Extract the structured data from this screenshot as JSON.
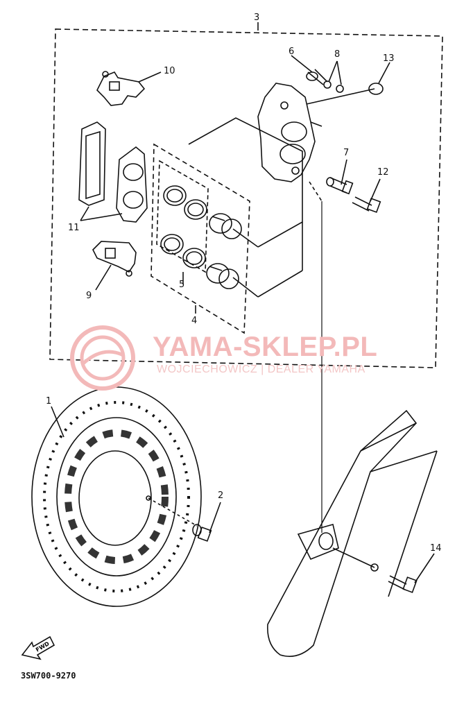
{
  "diagram": {
    "callouts": {
      "c1": "1",
      "c2": "2",
      "c3": "3",
      "c4": "4",
      "c5": "5",
      "c6": "6",
      "c7": "7",
      "c8": "8",
      "c9": "9",
      "c10": "10",
      "c11": "11",
      "c12": "12",
      "c13": "13",
      "c14": "14"
    },
    "fwd_arrow_label": "FWD",
    "drawing_code": "3SW700-9270"
  },
  "watermark": {
    "title": "YAMA-SKLEP.PL",
    "subtitle": "WOJCIECHOWICZ | DEALER YAMAHA",
    "color": "#f3b9b9"
  },
  "colors": {
    "ink": "#111111",
    "paper": "#ffffff",
    "watermark": "#f3b9b9"
  }
}
